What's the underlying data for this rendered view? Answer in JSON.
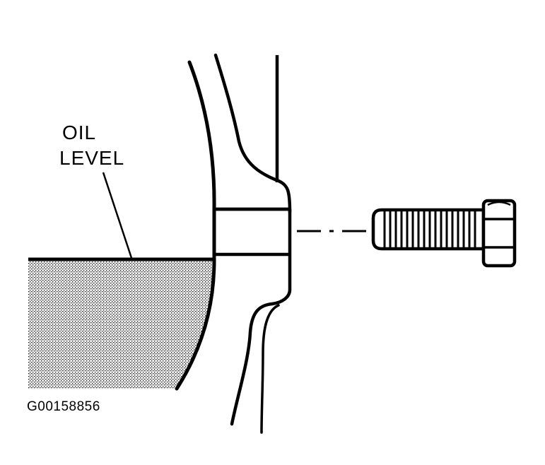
{
  "labels": {
    "oil_line1": "OIL",
    "oil_line2": "LEVEL",
    "figure_id": "G00158856"
  },
  "colors": {
    "ink": "#000000",
    "background": "#ffffff"
  },
  "icons": {
    "oil": "oil-reservoir",
    "plug": "drain-plug-bolt"
  }
}
